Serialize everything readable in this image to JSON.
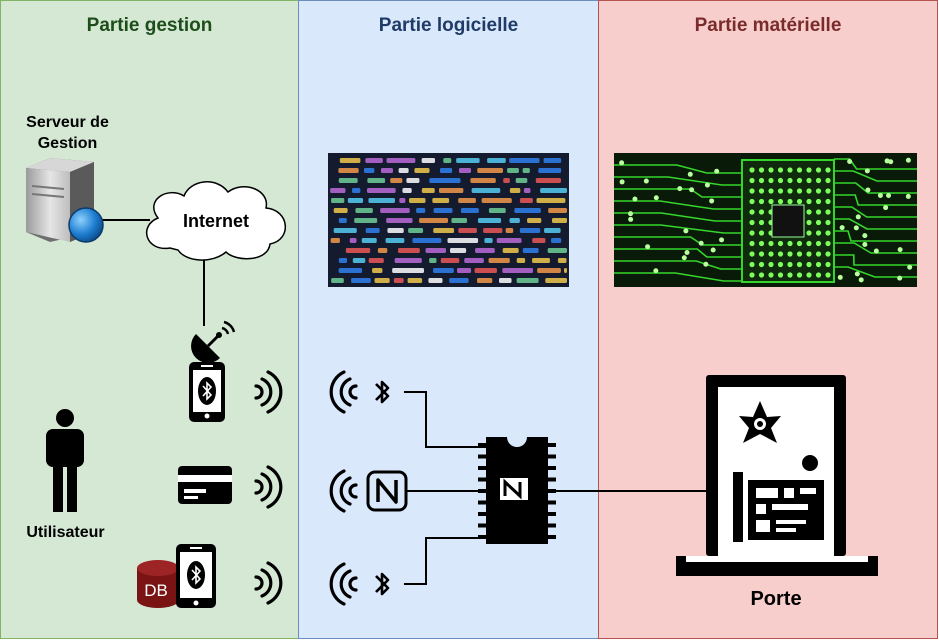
{
  "panels": {
    "gestion": {
      "title": "Partie gestion"
    },
    "logiciel": {
      "title": "Partie logicielle"
    },
    "materiel": {
      "title": "Partie matérielle"
    }
  },
  "labels": {
    "server": "Serveur de Gestion",
    "internet": "Internet",
    "user": "Utilisateur",
    "door": "Porte",
    "db": "DB"
  },
  "colors": {
    "gestion_fill": "#d5e8d4",
    "logiciel_fill": "#dae8fc",
    "materiel_fill": "#f8cecc",
    "code_bg": "#141b2e",
    "circuit_green": "#35d62b"
  },
  "icons": {
    "server": "server-icon",
    "cloud": "cloud-icon",
    "satellite": "satellite-dish-icon",
    "phone_bt": "smartphone-bluetooth-icon",
    "card": "credit-card-icon",
    "database": "database-icon",
    "user": "person-icon",
    "wifi": "wireless-signal-icon",
    "bluetooth": "bluetooth-icon",
    "nfc": "nfc-icon",
    "chip": "microcontroller-chip-icon",
    "door": "door-device-icon",
    "code_image": "source-code-image",
    "circuit_image": "circuit-board-image"
  }
}
